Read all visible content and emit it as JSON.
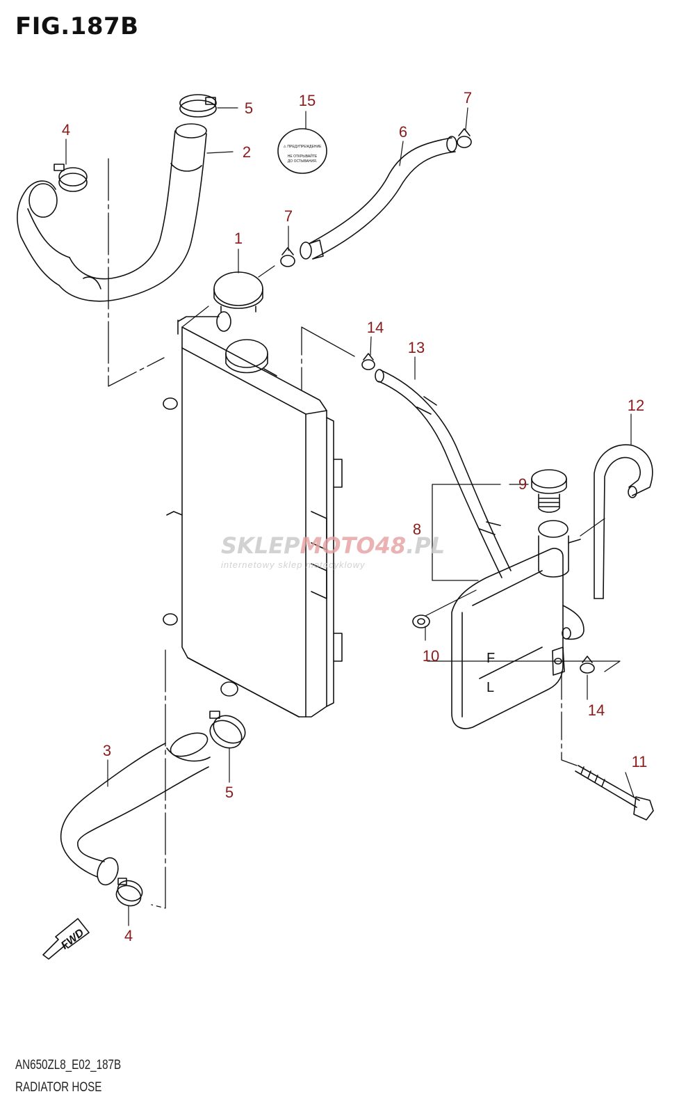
{
  "figure": {
    "title": "FIG.187B",
    "code": "AN650ZL8_E02_187B",
    "name": "RADIATOR HOSE"
  },
  "callouts": [
    {
      "id": "c1",
      "label": "1"
    },
    {
      "id": "c2",
      "label": "2"
    },
    {
      "id": "c3",
      "label": "3"
    },
    {
      "id": "c4a",
      "label": "4"
    },
    {
      "id": "c4b",
      "label": "4"
    },
    {
      "id": "c5a",
      "label": "5"
    },
    {
      "id": "c5b",
      "label": "5"
    },
    {
      "id": "c6",
      "label": "6"
    },
    {
      "id": "c7a",
      "label": "7"
    },
    {
      "id": "c7b",
      "label": "7"
    },
    {
      "id": "c8",
      "label": "8"
    },
    {
      "id": "c9",
      "label": "9"
    },
    {
      "id": "c10",
      "label": "10"
    },
    {
      "id": "c11",
      "label": "11"
    },
    {
      "id": "c12",
      "label": "12"
    },
    {
      "id": "c13",
      "label": "13"
    },
    {
      "id": "c14a",
      "label": "14"
    },
    {
      "id": "c14b",
      "label": "14"
    },
    {
      "id": "c15",
      "label": "15"
    }
  ],
  "markings": {
    "fwd": "FWD",
    "tank_full": "F",
    "tank_low": "L",
    "cap_line1": "⚠ ПРЕДУПРЕЖДЕНИЕ",
    "cap_line2": "НЕ ОТКРЫВАЙТЕ",
    "cap_line3": "ДО ОСТЫВАНИЯ."
  },
  "watermark": {
    "brand_a": "SKLEP",
    "brand_b": "MOTO",
    "brand_c": "48",
    "brand_d": ".PL",
    "tagline": "internetowy sklep motocyklowy"
  },
  "colors": {
    "callout": "#8b1a1a",
    "line": "#111111",
    "watermark_grey": "#c8c8c8",
    "watermark_red": "#e6a0a0"
  }
}
